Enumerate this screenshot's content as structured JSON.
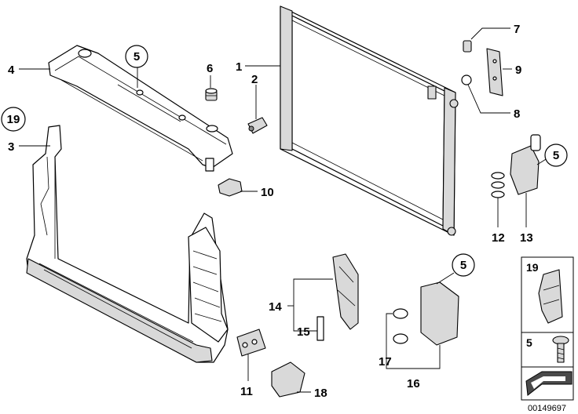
{
  "callouts": {
    "c1": "1",
    "c2": "2",
    "c3": "3",
    "c4": "4",
    "c6": "6",
    "c7": "7",
    "c8": "8",
    "c9": "9",
    "c10": "10",
    "c11": "11",
    "c12": "12",
    "c13": "13",
    "c14": "14",
    "c15": "15",
    "c16": "16",
    "c17": "17",
    "c18": "18"
  },
  "circled": {
    "a": "5",
    "b": "19",
    "c": "5",
    "d": "5"
  },
  "legend": {
    "item1": "19",
    "item2": "5"
  },
  "diagram_id": "00149697"
}
